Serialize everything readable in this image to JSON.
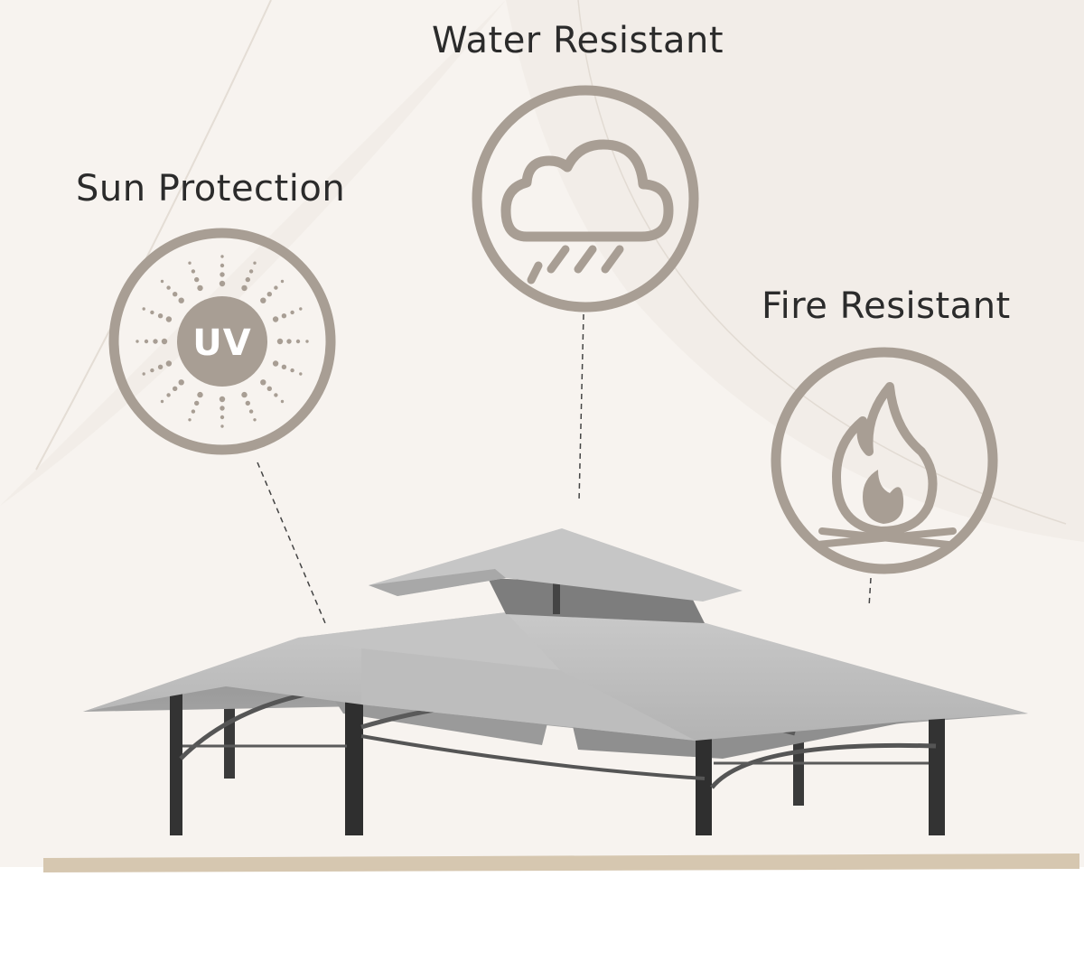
{
  "features": {
    "water": {
      "label": "Water Resistant",
      "icon": "rain-cloud-icon"
    },
    "sun": {
      "label": "Sun Protection",
      "icon": "uv-sun-icon",
      "badge": "UV"
    },
    "fire": {
      "label": "Fire Resistant",
      "icon": "flame-icon"
    }
  },
  "colors": {
    "icon": "#a89e94",
    "canopy": "#b8b8b8",
    "frame": "#3a3a3a",
    "ground": "#d6c7b0",
    "background": "#f6f2ee"
  }
}
